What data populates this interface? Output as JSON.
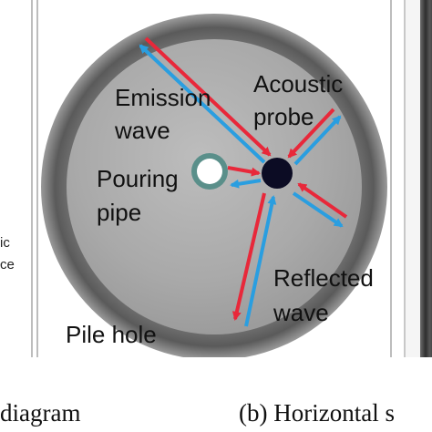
{
  "left_panel": {
    "line1": "ic",
    "line2": "ce"
  },
  "labels": {
    "emission": [
      "Emission",
      "wave"
    ],
    "acoustic": [
      "Acoustic",
      "probe"
    ],
    "pouring": [
      "Pouring",
      "pipe"
    ],
    "reflected": [
      "Reflected",
      "wave"
    ],
    "pile_hole": "Pile hole"
  },
  "captions": {
    "left": "diagram",
    "right": "(b) Horizontal s"
  },
  "colors": {
    "red_arrow": "#e8283a",
    "blue_arrow": "#2a9ee0",
    "probe": "#0c0c24",
    "pipe_ring": "#5a8f8a"
  }
}
